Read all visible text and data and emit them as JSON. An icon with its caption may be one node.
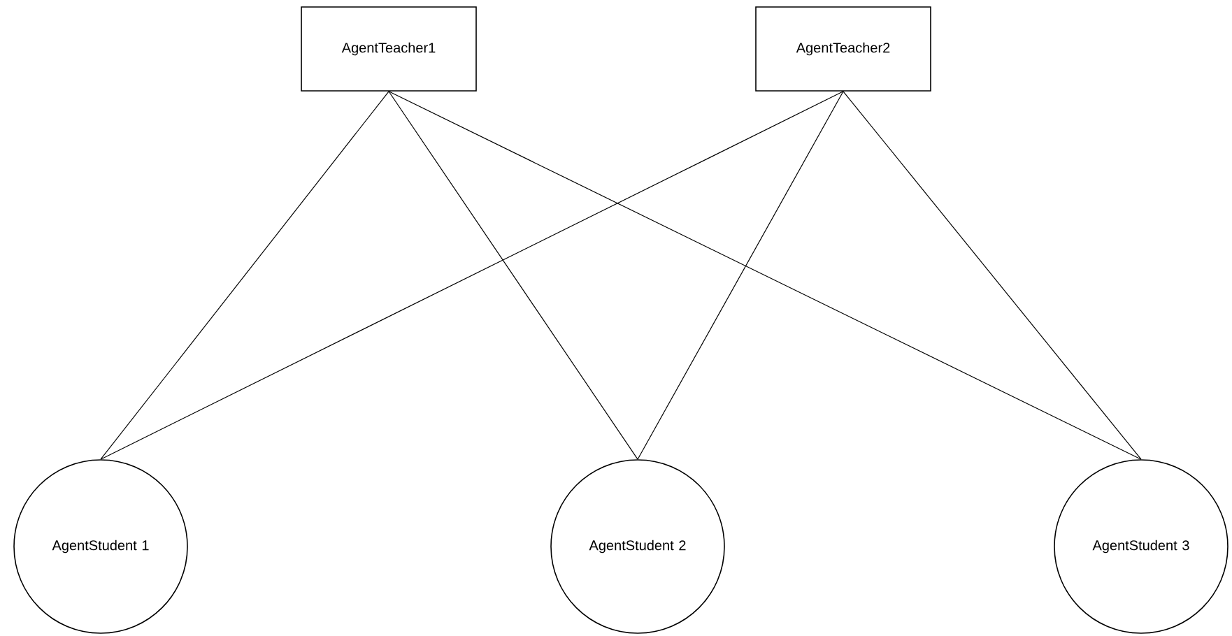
{
  "diagram": {
    "nodes": [
      {
        "text": [
          "AgentTeacher1"
        ]
      },
      {
        "text": [
          "AgentTeacher2"
        ]
      },
      {
        "text": [
          "AgentStudent 1"
        ]
      },
      {
        "text": [
          "AgentStudent 2"
        ]
      },
      {
        "text": [
          "AgentStudent 3"
        ]
      }
    ],
    "edges": [
      {
        "from": 0,
        "to": 2,
        "arrow": "none"
      },
      {
        "from": 0,
        "to": 3,
        "arrow": "none"
      },
      {
        "from": 0,
        "to": 4,
        "arrow": "none"
      },
      {
        "from": 1,
        "to": 2,
        "arrow": "none"
      },
      {
        "from": 1,
        "to": 3,
        "arrow": "none"
      },
      {
        "from": 1,
        "to": 4,
        "arrow": "none"
      }
    ]
  }
}
